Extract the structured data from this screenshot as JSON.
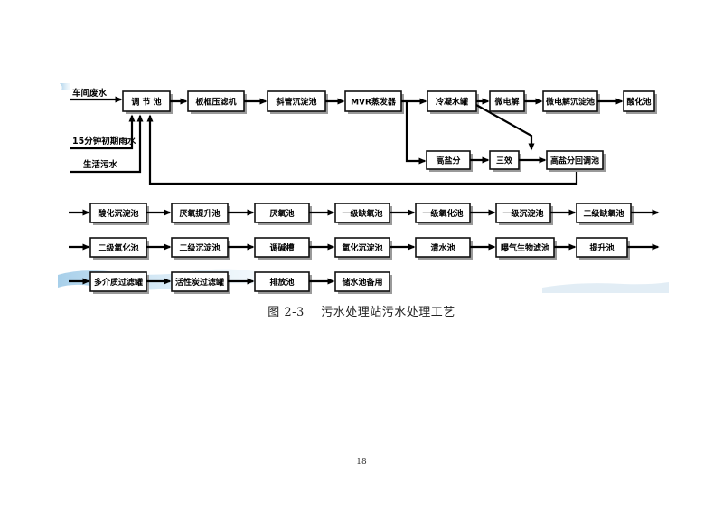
{
  "figure": {
    "sources": [
      "车间废水",
      "15分钟初期雨水",
      "生活污水"
    ],
    "row1": [
      "调 节 池",
      "板框压滤机",
      "斜管沉淀池",
      "MVR蒸发器",
      "冷凝水罐",
      "微电解",
      "微电解沉淀池",
      "酸化池"
    ],
    "row2": [
      "高盐分",
      "三效",
      "高盐分回调池"
    ],
    "row3": [
      "酸化沉淀池",
      "厌氧提升池",
      "厌氧池",
      "一级缺氧池",
      "一级氧化池",
      "一级沉淀池",
      "二级缺氧池"
    ],
    "row4": [
      "二级氧化池",
      "二级沉淀池",
      "调碱槽",
      "氧化沉淀池",
      "清水池",
      "曝气生物滤池",
      "提升池"
    ],
    "row5": [
      "多介质过滤罐",
      "活性炭过滤罐",
      "排放池",
      "储水池备用"
    ]
  },
  "caption": {
    "label": "图 2-3",
    "text": "污水处理站污水处理工艺"
  },
  "page_number": "18"
}
